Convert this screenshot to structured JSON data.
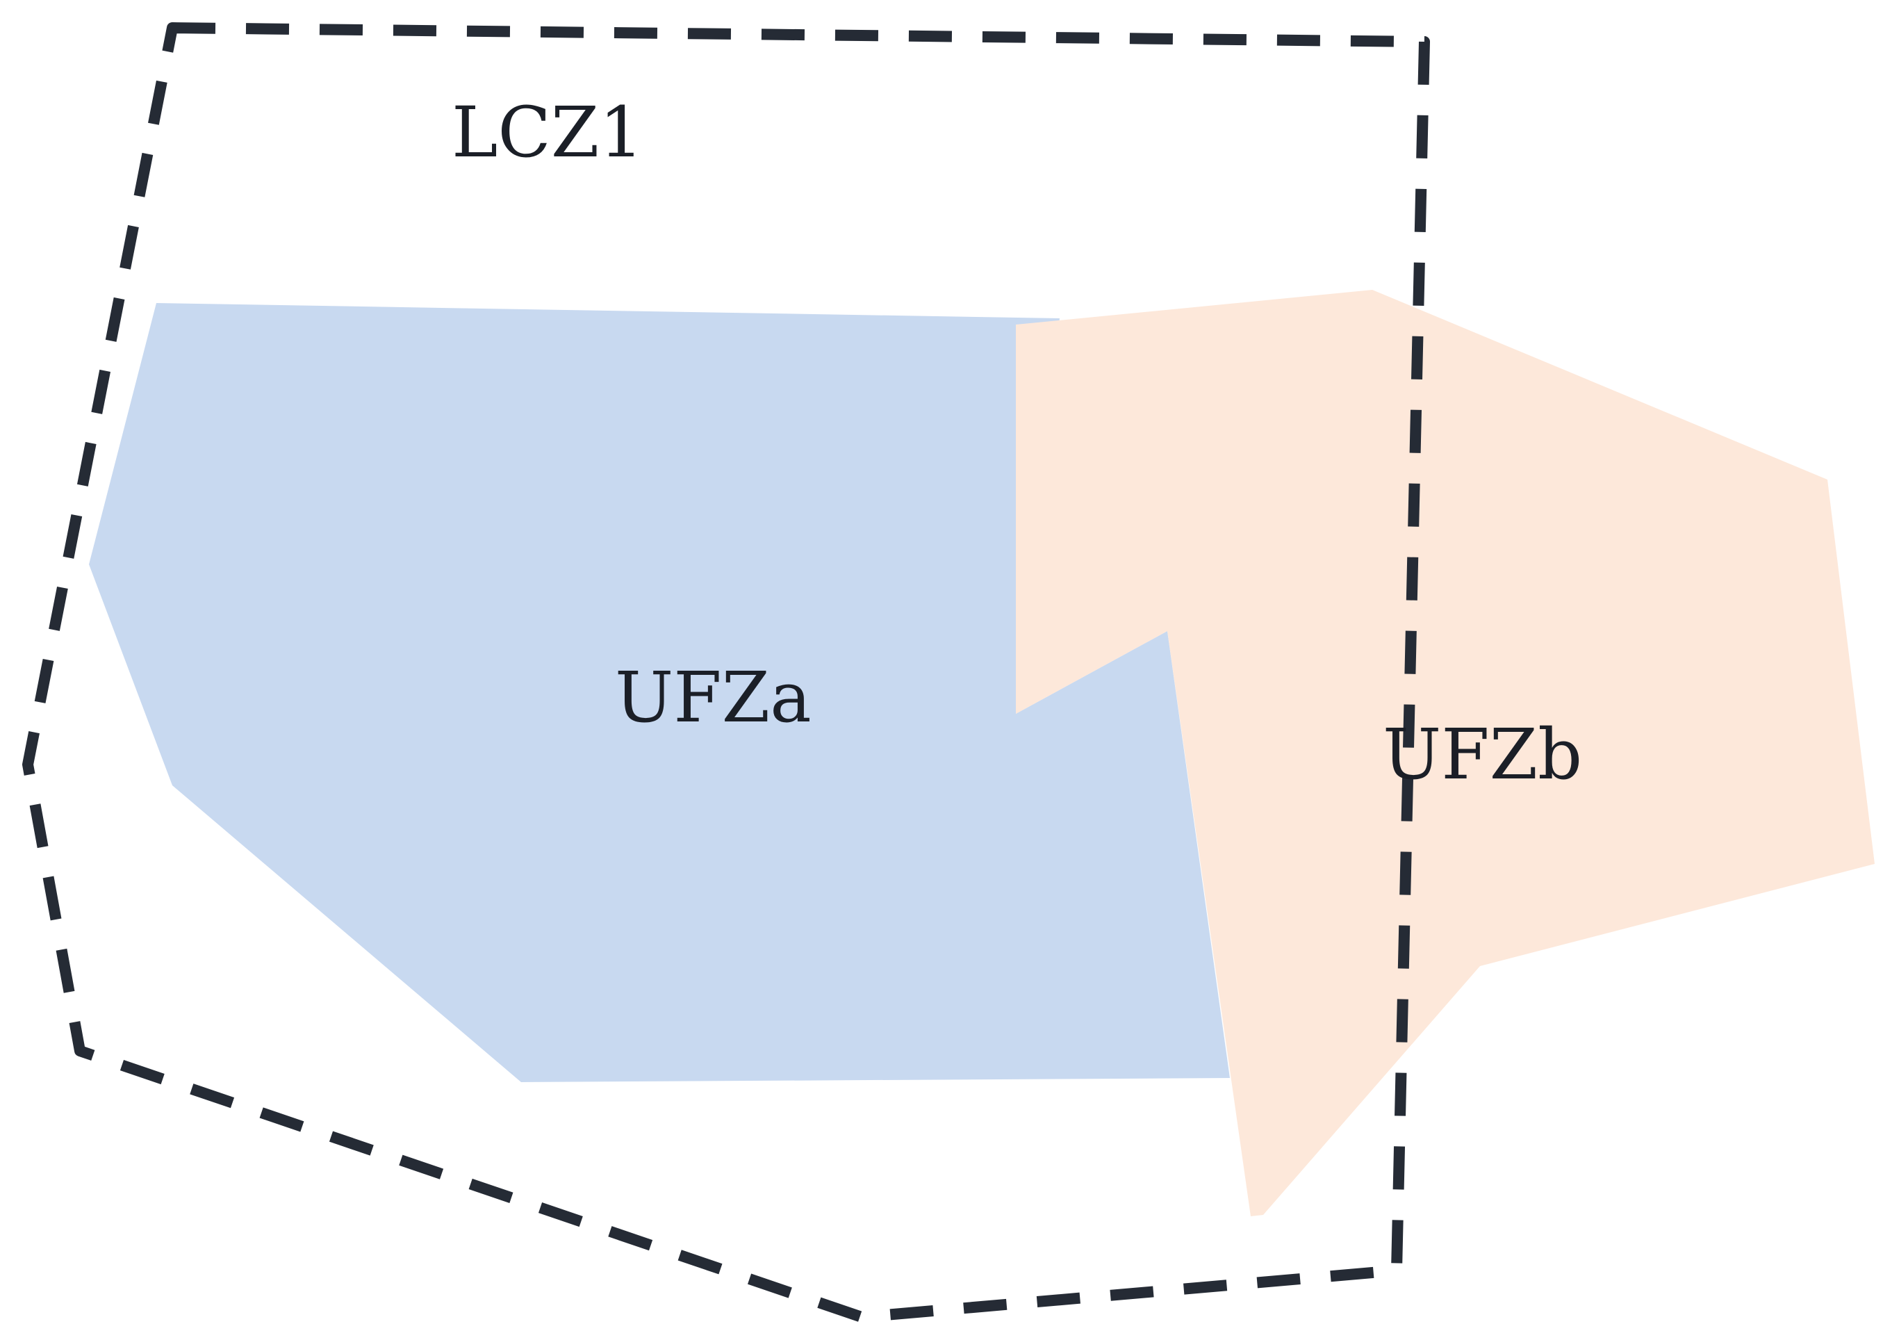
{
  "labels": {
    "lcz": "LCZ1",
    "ufz_a": "UFZa",
    "ufz_b": "UFZb"
  },
  "colors": {
    "ufz_a_fill": "#c8d9f0",
    "ufz_b_fill": "#fde8da",
    "lcz_border": "#252b35",
    "label_text": "#1b1f27"
  },
  "styles": {
    "lcz_border": "dashed"
  }
}
